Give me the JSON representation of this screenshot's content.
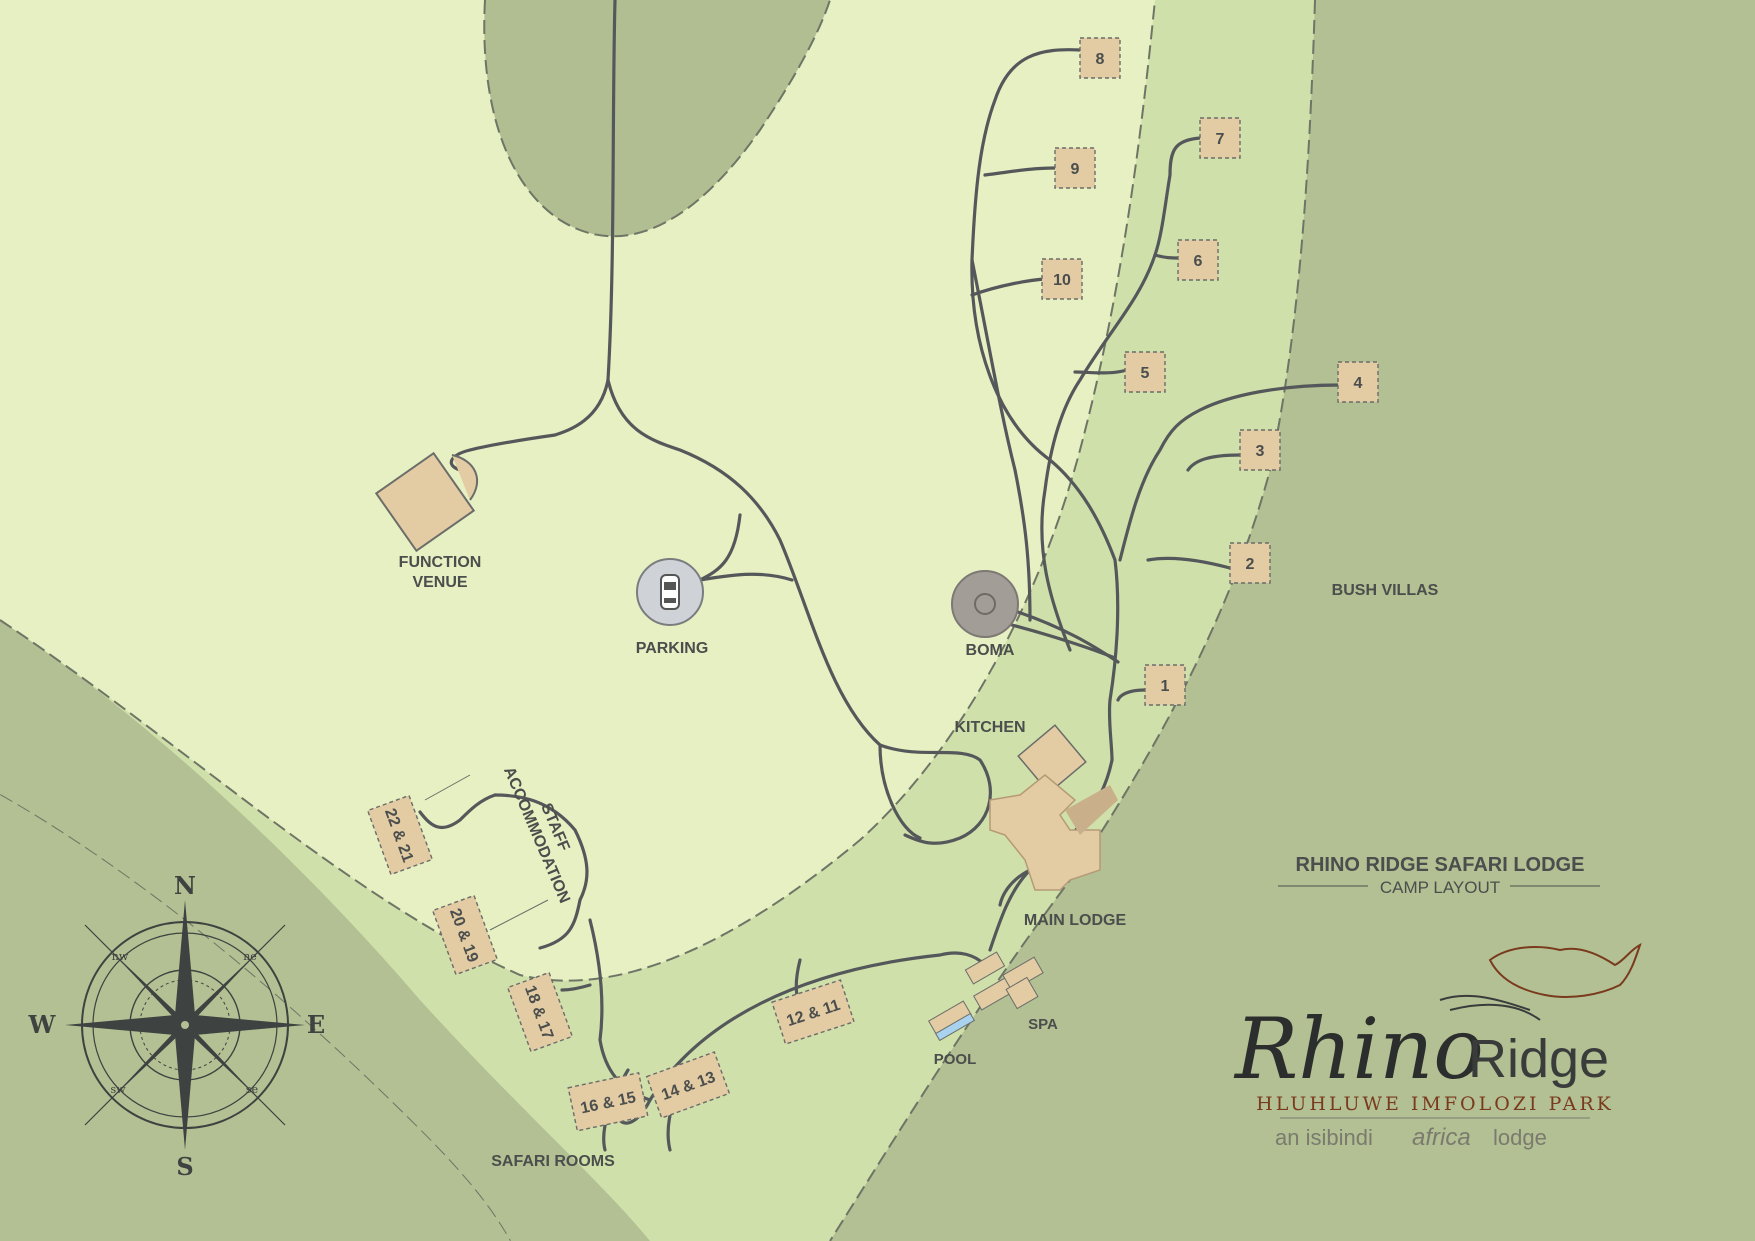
{
  "title": {
    "line1": "RHINO RIDGE SAFARI LODGE",
    "line2": "CAMP LAYOUT"
  },
  "labels": {
    "function_venue_1": "FUNCTION",
    "function_venue_2": "VENUE",
    "parking": "PARKING",
    "boma": "BOMA",
    "kitchen": "KITCHEN",
    "main_lodge": "MAIN LODGE",
    "bush_villas": "BUSH VILLAS",
    "staff_1": "STAFF",
    "staff_2": "ACCOMMODATION",
    "safari_rooms": "SAFARI ROOMS",
    "pool": "POOL",
    "spa": "SPA"
  },
  "villas": [
    "1",
    "2",
    "3",
    "4",
    "5",
    "6",
    "7",
    "8",
    "9",
    "10"
  ],
  "rooms": {
    "r12_11": "12 & 11",
    "r14_13": "14 & 13",
    "r16_15": "16 & 15",
    "r18_17": "18 & 17",
    "r20_19": "20 & 19",
    "r22_21": "22 & 21"
  },
  "compass": {
    "n": "N",
    "s": "S",
    "e": "E",
    "w": "W",
    "ne": "ne",
    "nw": "nw",
    "se": "se",
    "sw": "sw"
  },
  "logo": {
    "script": "Rhino",
    "word": "Ridge",
    "park": "HLUHLUWE IMFOLOZI PARK",
    "tag_pre": "an isibindi",
    "tag_mid": "africa",
    "tag_post": "lodge"
  },
  "colors": {
    "outer_zone": "#b2c093",
    "middle_zone": "#d0e0aa",
    "inner_zone": "#e7f0c2",
    "hill": "#b0be92",
    "building": "#e3cba4",
    "path": "#55585a",
    "text": "#4a4e4c",
    "logo_accent": "#7a3a1e"
  }
}
